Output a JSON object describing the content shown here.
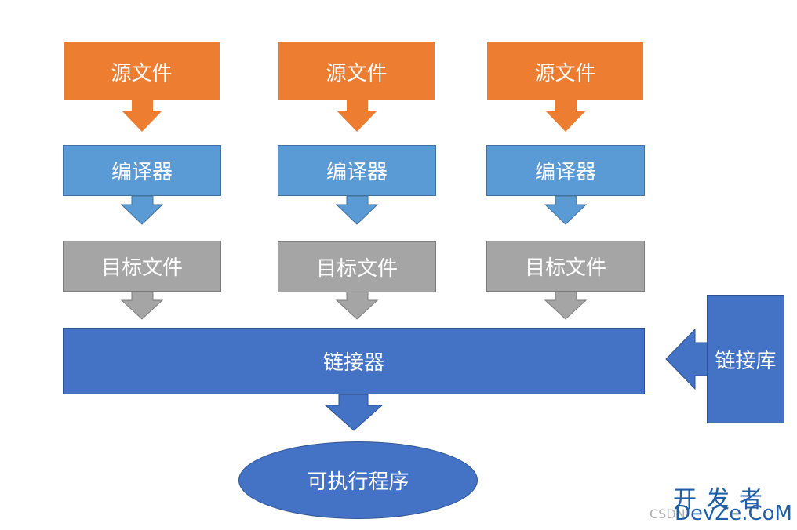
{
  "columns": [
    {
      "source": "源文件",
      "compiler": "编译器",
      "object": "目标文件"
    },
    {
      "source": "源文件",
      "compiler": "编译器",
      "object": "目标文件"
    },
    {
      "source": "源文件",
      "compiler": "编译器",
      "object": "目标文件"
    }
  ],
  "linker": "链接器",
  "library": "链接库",
  "executable": "可执行程序",
  "watermark": {
    "cn": "开发者",
    "csdn": "CSDN",
    "en": "DevZe.CoM"
  },
  "colors": {
    "source": "#ed7d31",
    "compiler": "#5b9bd5",
    "object": "#a5a5a5",
    "linker": "#4472c4"
  }
}
